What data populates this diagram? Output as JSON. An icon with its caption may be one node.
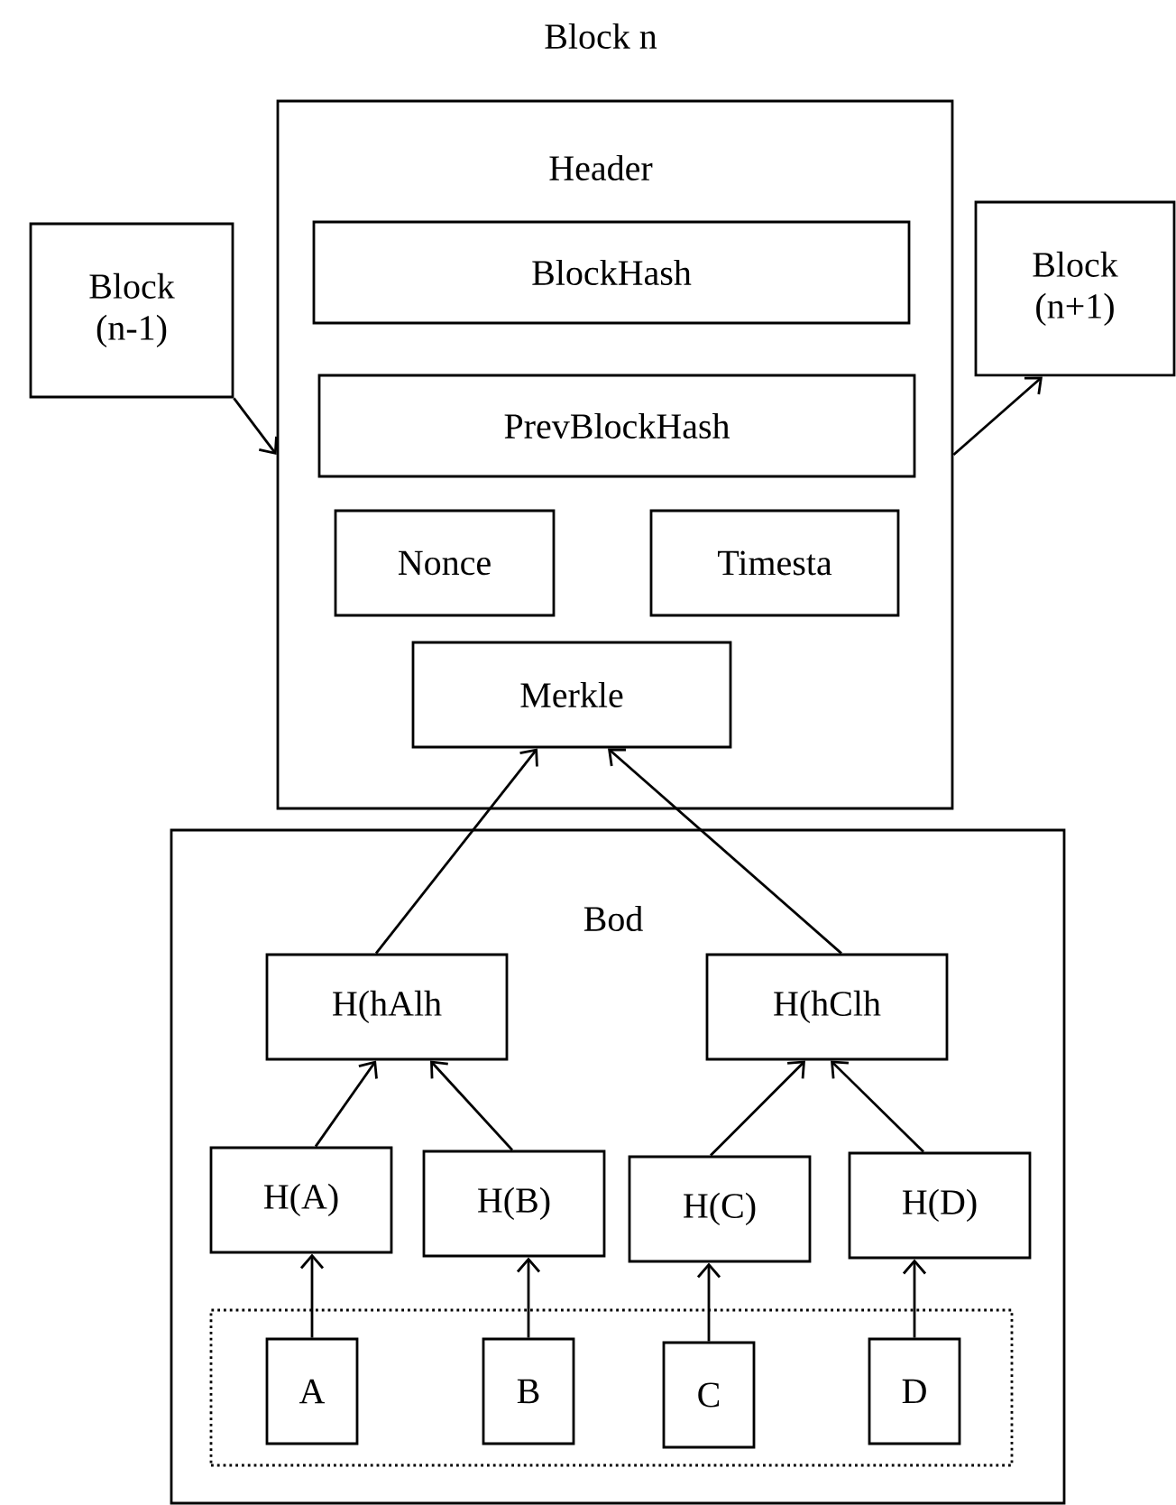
{
  "diagram": {
    "nodes": [
      {
        "text": [
          "Block n",
          "Header"
        ]
      },
      {
        "text": [
          "BlockHash"
        ],
        "in": 0
      },
      {
        "text": [
          "PrevBlockHash"
        ],
        "in": 0
      },
      {
        "text": [
          "Nonce"
        ],
        "in": 0
      },
      {
        "text": [
          "Timesta"
        ],
        "in": 0
      },
      {
        "text": [
          "Merkle"
        ],
        "in": 0
      },
      {
        "text": [
          "Block (n-1)"
        ]
      },
      {
        "text": [
          "Block (n+1)"
        ]
      },
      {
        "text": [
          "Bod"
        ]
      },
      {
        "text": [
          "H(hAlh"
        ],
        "in": 8
      },
      {
        "text": [
          "H(hClh"
        ],
        "in": 8
      },
      {
        "text": [
          "H(A)"
        ],
        "in": 8
      },
      {
        "text": [
          "H(B)"
        ],
        "in": 8
      },
      {
        "text": [
          "H(C)"
        ],
        "in": 8
      },
      {
        "text": [
          "H(D)"
        ],
        "in": 8
      },
      {
        "text": [],
        "shape": "box",
        "in": 8
      },
      {
        "text": [
          "A"
        ],
        "in": 15
      },
      {
        "text": [
          "B"
        ],
        "in": 15
      },
      {
        "text": [
          "C"
        ],
        "in": 15
      },
      {
        "text": [
          "D"
        ],
        "in": 15
      }
    ],
    "edges": [
      {
        "from": 6,
        "to": 0,
        "arrow": "to"
      },
      {
        "from": 0,
        "to": 7,
        "arrow": "to"
      },
      {
        "from": 9,
        "to": 5,
        "arrow": "to"
      },
      {
        "from": 10,
        "to": 5,
        "arrow": "to"
      },
      {
        "from": 11,
        "to": 9,
        "arrow": "to"
      },
      {
        "from": 12,
        "to": 9,
        "arrow": "to"
      },
      {
        "from": 13,
        "to": 10,
        "arrow": "to"
      },
      {
        "from": 14,
        "to": 10,
        "arrow": "to"
      },
      {
        "from": 16,
        "to": 11,
        "arrow": "to"
      },
      {
        "from": 17,
        "to": 12,
        "arrow": "to"
      },
      {
        "from": 18,
        "to": 13,
        "arrow": "to"
      },
      {
        "from": 19,
        "to": 14,
        "arrow": "to"
      }
    ]
  }
}
